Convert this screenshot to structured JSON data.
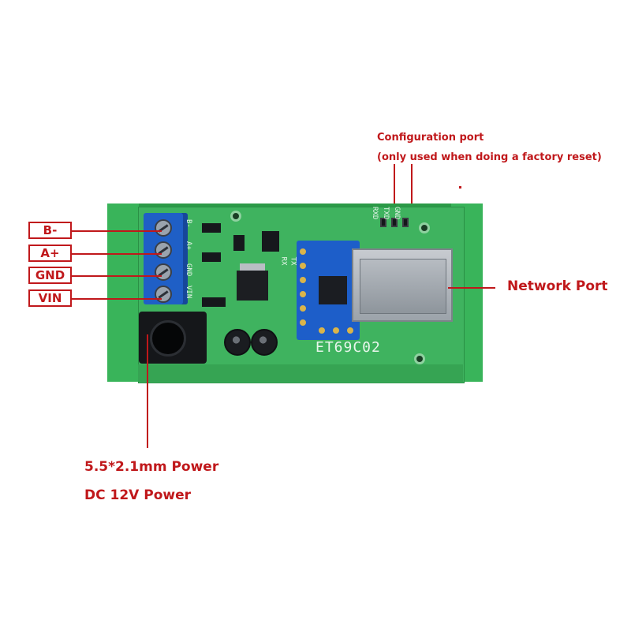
{
  "config_port": {
    "title": "Configuration port",
    "note": "(only used when doing a factory reset)"
  },
  "callouts": {
    "b_minus": "B-",
    "a_plus": "A+",
    "gnd": "GND",
    "vin": "VIN",
    "network_port": "Network Port",
    "power_line1": "5.5*2.1mm Power",
    "power_line2": "DC 12V Power"
  },
  "pcb": {
    "model": "ET69C02",
    "tx": "TX",
    "rx": "RX",
    "header_labels": [
      "RXD",
      "TXD",
      "GND"
    ],
    "terminal_labels": [
      "B-",
      "A+",
      "GND",
      "VIN"
    ]
  },
  "colors": {
    "callout_red": "#c0181b",
    "enclosure_green": "#2b9a47",
    "terminal_blue": "#1f5fc6"
  }
}
